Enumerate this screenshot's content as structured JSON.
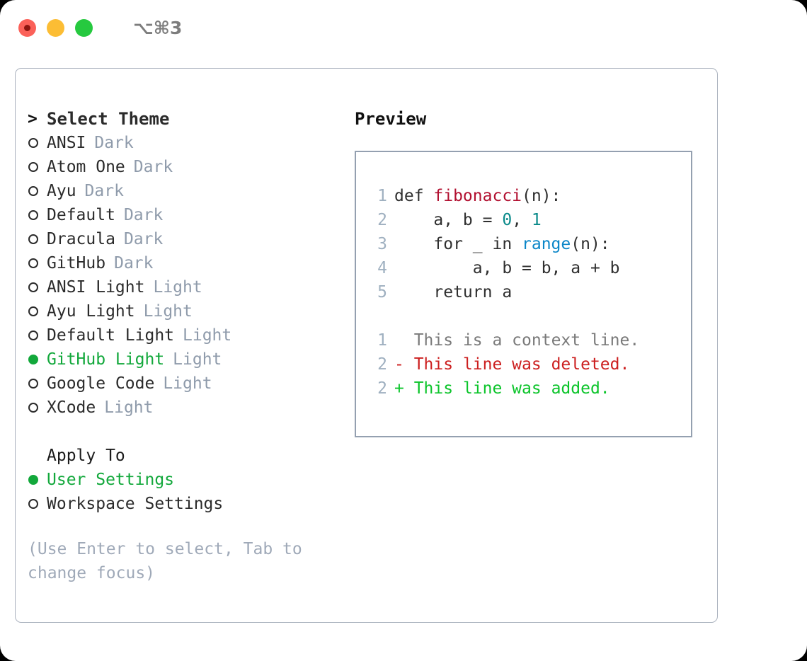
{
  "titlebar": {
    "shortcut": "⌥⌘3",
    "traffic_lights": [
      {
        "name": "close",
        "color": "#fb6159"
      },
      {
        "name": "minimize",
        "color": "#fcbd34"
      },
      {
        "name": "maximize",
        "color": "#26c93f"
      }
    ]
  },
  "theme_list": {
    "header": {
      "marker": ">",
      "label": "Select Theme"
    },
    "items": [
      {
        "marker": "○",
        "label": "ANSI",
        "tag": "Dark",
        "selected": false
      },
      {
        "marker": "○",
        "label": "Atom One",
        "tag": "Dark",
        "selected": false
      },
      {
        "marker": "○",
        "label": "Ayu",
        "tag": "Dark",
        "selected": false
      },
      {
        "marker": "○",
        "label": "Default",
        "tag": "Dark",
        "selected": false
      },
      {
        "marker": "○",
        "label": "Dracula",
        "tag": "Dark",
        "selected": false
      },
      {
        "marker": "○",
        "label": "GitHub",
        "tag": "Dark",
        "selected": false
      },
      {
        "marker": "○",
        "label": "ANSI Light",
        "tag": "Light",
        "selected": false
      },
      {
        "marker": "○",
        "label": "Ayu Light",
        "tag": "Light",
        "selected": false
      },
      {
        "marker": "○",
        "label": "Default Light",
        "tag": "Light",
        "selected": false
      },
      {
        "marker": "●",
        "label": "GitHub Light",
        "tag": "Light",
        "selected": true
      },
      {
        "marker": "○",
        "label": "Google Code",
        "tag": "Light",
        "selected": false
      },
      {
        "marker": "○",
        "label": "XCode",
        "tag": "Light",
        "selected": false
      }
    ]
  },
  "apply_to": {
    "title": "Apply To",
    "options": [
      {
        "marker": "●",
        "label": "User Settings",
        "selected": true
      },
      {
        "marker": "○",
        "label": "Workspace Settings",
        "selected": false
      }
    ]
  },
  "hint": "(Use Enter to select, Tab to change focus)",
  "preview": {
    "title": "Preview",
    "code_lines": [
      {
        "no": "1",
        "tokens": [
          {
            "t": "def ",
            "c": "plain"
          },
          {
            "t": "fibonacci",
            "c": "fn"
          },
          {
            "t": "(n):",
            "c": "plain"
          }
        ]
      },
      {
        "no": "2",
        "tokens": [
          {
            "t": "    a, b = ",
            "c": "plain"
          },
          {
            "t": "0",
            "c": "num"
          },
          {
            "t": ", ",
            "c": "plain"
          },
          {
            "t": "1",
            "c": "num"
          }
        ]
      },
      {
        "no": "3",
        "tokens": [
          {
            "t": "    for _ in ",
            "c": "plain"
          },
          {
            "t": "range",
            "c": "builtin"
          },
          {
            "t": "(n):",
            "c": "plain"
          }
        ]
      },
      {
        "no": "4",
        "tokens": [
          {
            "t": "        a, b = b, a + b",
            "c": "plain"
          }
        ]
      },
      {
        "no": "5",
        "tokens": [
          {
            "t": "    return a",
            "c": "plain"
          }
        ]
      }
    ],
    "diff_lines": [
      {
        "no": "1",
        "sign": " ",
        "text": "This is a context line.",
        "kind": "context"
      },
      {
        "no": "2",
        "sign": "-",
        "text": "This line was deleted.",
        "kind": "deleted"
      },
      {
        "no": "2",
        "sign": "+",
        "text": "This line was added.",
        "kind": "added"
      }
    ]
  },
  "colors": {
    "selected_green": "#12a83b",
    "tag_grey": "#8f9bab",
    "hint_grey": "#9fa9b8",
    "panel_border": "#aab2be",
    "preview_border": "#94a0b0",
    "diff_deleted": "#cc1f1f",
    "diff_added": "#0bc42a",
    "code_function": "#b21030",
    "code_number": "#0a8a8a",
    "code_builtin": "#0b86c8"
  }
}
